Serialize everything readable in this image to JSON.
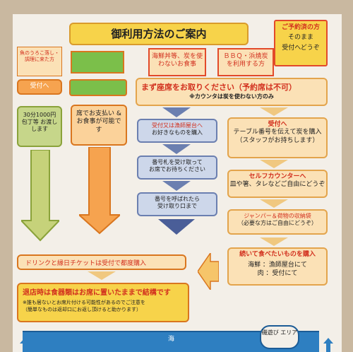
{
  "title": "御利用方法のご案内",
  "reserved": {
    "line1": "ご予約済の方",
    "line2": "そのまま",
    "line3": "受付へどうぞ"
  },
  "cat_seafood": "海鮮丼等、炭を使わないお食事",
  "cat_bbq": "ＢＢＱ・浜焼炭を利用する方",
  "col_green": {
    "top_label": "魚のうろこ落し・調理に来た方",
    "reception": "受付へ",
    "price": "30分1000円 包丁等 お渡しします"
  },
  "col_orange": {
    "pay": "席でお支払い & お食事が可能です"
  },
  "seat_first": {
    "line1": "まず座席をお取りください（予約席は不可）",
    "line2": "※カウンタは炭を使わない方のみ"
  },
  "seafood_flow": {
    "step1a": "受付又は漁師屋台へ",
    "step1b": "お好きなものを購入",
    "step2a": "番号札を受け取って",
    "step2b": "お席でお待ちください",
    "step3a": "番号を呼ばれたら",
    "step3b": "受け取り口まで"
  },
  "bbq_flow": {
    "step1title": "受付へ",
    "step1a": "テーブル番号を伝えて炭を購入",
    "step1b": "（スタッフがお持ちします）",
    "step2title": "セルフカウンターへ",
    "step2a": "皿や箸、タレなどご自由にどうぞ",
    "step3a": "ジャンパー＆荷物の収納袋",
    "step3b": "（必要な方はご自由にどうぞ）",
    "step4title": "続いて食べたいものを購入",
    "step4a": "海鮮 ：漁師屋台にて",
    "step4b": "肉 ：受付にて"
  },
  "drink": "ドリンクと縁日チケットは受付で都度購入",
  "leave": {
    "line1": "退店時は食器類はお席に置いたままで結構です",
    "line2": "※誰も居ないとお席片付ける可能性があるのでご注意を",
    "line3": "（簡単なものは返却口にお返し頂けると助かります）"
  },
  "map": {
    "sea": "海",
    "play": "磯遊び エリア"
  }
}
